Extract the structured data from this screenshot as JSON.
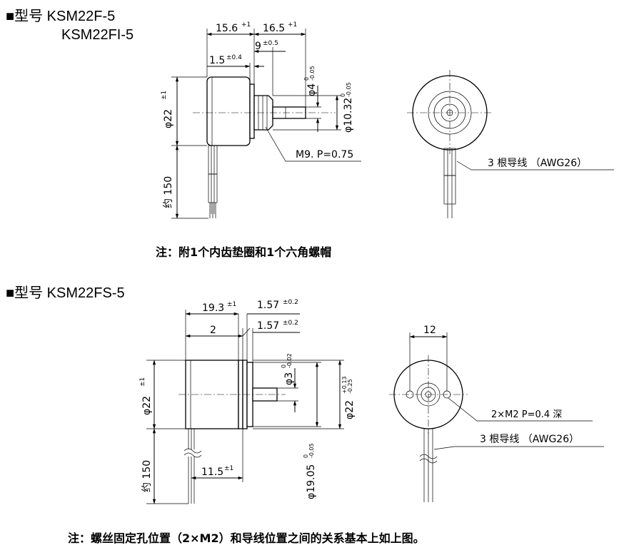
{
  "section1": {
    "title_line1": "■型号 KSM22F-5",
    "title_line2": "KSM22FI-5",
    "note": "注：附1个内齿垫圈和1个六角螺帽",
    "dims": {
      "len1": "15.6",
      "len1_tol": "+1",
      "len2": "16.5",
      "len2_tol": "+1",
      "shaft_len": "9",
      "shaft_tol": "±0.5",
      "flange": "1.5",
      "flange_tol": "±0.4",
      "shaft_dia": "φ4",
      "shaft_dia_tol_top": "0",
      "shaft_dia_tol_bot": "-0.05",
      "bush_dia": "φ10.32",
      "bush_tol_top": "0",
      "bush_tol_bot": "-0.05",
      "body_dia": "φ22",
      "body_tol": "±1",
      "lead": "约 150",
      "thread": "M9. P=0.75",
      "wires": "3 根导线 （AWG26）"
    }
  },
  "section2": {
    "title": "■型号 KSM22FS-5",
    "note": "注：螺丝固定孔位置（2×M2）和导线位置之间的关系基本上如上图。",
    "dims": {
      "len1": "19.3",
      "len1_tol": "±1",
      "flange1": "1.57",
      "flange1_tol": "±0.2",
      "flange2": "1.57",
      "flange2_tol": "±0.2",
      "step": "2",
      "shaft_dia": "φ3",
      "shaft_tol_top": "0",
      "shaft_tol_bot": "-0.02",
      "body_dia": "φ22",
      "body_tol": "±1",
      "flange_dia": "φ22",
      "flange_tol_top": "+0.13",
      "flange_tol_bot": "-0.25",
      "hub_dia": "φ19.05",
      "hub_tol_top": "0",
      "hub_tol_bot": "-0.05",
      "lead": "约 150",
      "wire_pos": "11.5",
      "wire_pos_tol": "±1",
      "hole_pitch": "12",
      "holes": "2×M2 P=0.4 深",
      "wires": "3 根导线 （AWG26）"
    }
  }
}
